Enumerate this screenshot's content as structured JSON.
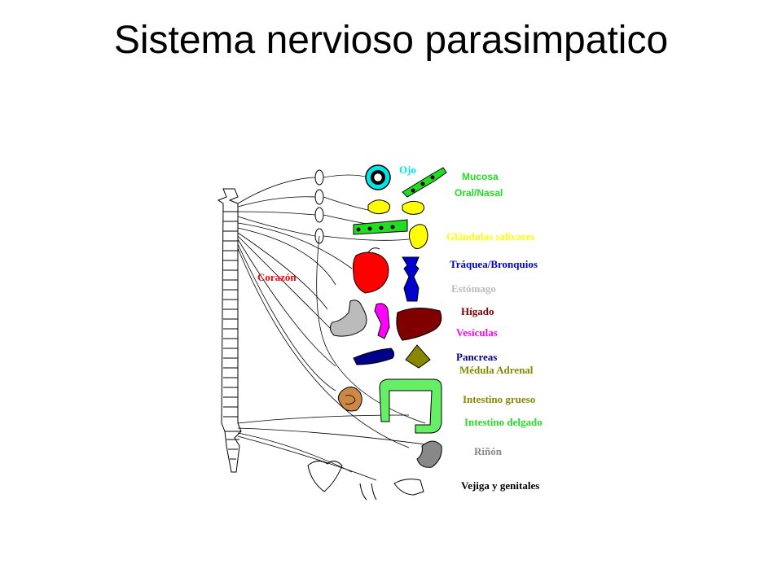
{
  "title": "Sistema nervioso parasimpatico",
  "labels": {
    "ojo": "Ojo",
    "mucosa": "Mucosa",
    "oral_nasal": "Oral/Nasal",
    "glandulas": "Glándulas salivares",
    "traquea": "Tráquea/Bronquios",
    "corazon": "Corazón",
    "estomago": "Estómago",
    "higado": "Hígado",
    "vesiculas": "Vesículas",
    "pancreas": "Pancreas",
    "medula": "Médula  Adrenal",
    "intestino_grueso": "Intestino grueso",
    "intestino_delgado": "Intestino delgado",
    "rinon": "Riñón",
    "vejiga": "Vejiga y genitales"
  },
  "colors": {
    "eye": "#00e5e5",
    "mucosa": "#22dd22",
    "salivary": "#ffff00",
    "trachea": "#0000cc",
    "heart": "#ff0000",
    "stomach": "#bbbbbb",
    "liver": "#800000",
    "gallbladder": "#ff00ff",
    "pancreas": "#000088",
    "adrenal": "#888800",
    "large_intestine": "#66ee66",
    "small_intestine": "#cc8844",
    "kidney": "#888888",
    "bladder": "#000000"
  }
}
